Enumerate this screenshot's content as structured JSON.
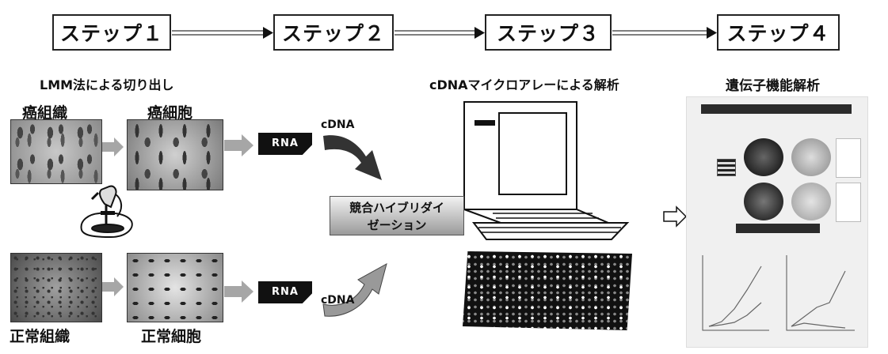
{
  "steps": [
    "ステップ１",
    "ステップ２",
    "ステップ３",
    "ステップ４"
  ],
  "lmm_title": "LMM法による切り出し",
  "cancer_tissue": "癌組織",
  "cancer_cell": "癌細胞",
  "normal_tissue": "正常組織",
  "normal_cell": "正常細胞",
  "rna_label": "RNA",
  "cdna_label": "cDNA",
  "hybridization": [
    "競合ハイブリダイ",
    "ゼーション"
  ],
  "microarray_title": "cDNAマイクロアレーによる解析",
  "gene_function_title": "遺伝子機能解析",
  "colors": {
    "ink": "#111111",
    "arrow_gray": "#a6a6a6",
    "array_bg": "#111111"
  }
}
